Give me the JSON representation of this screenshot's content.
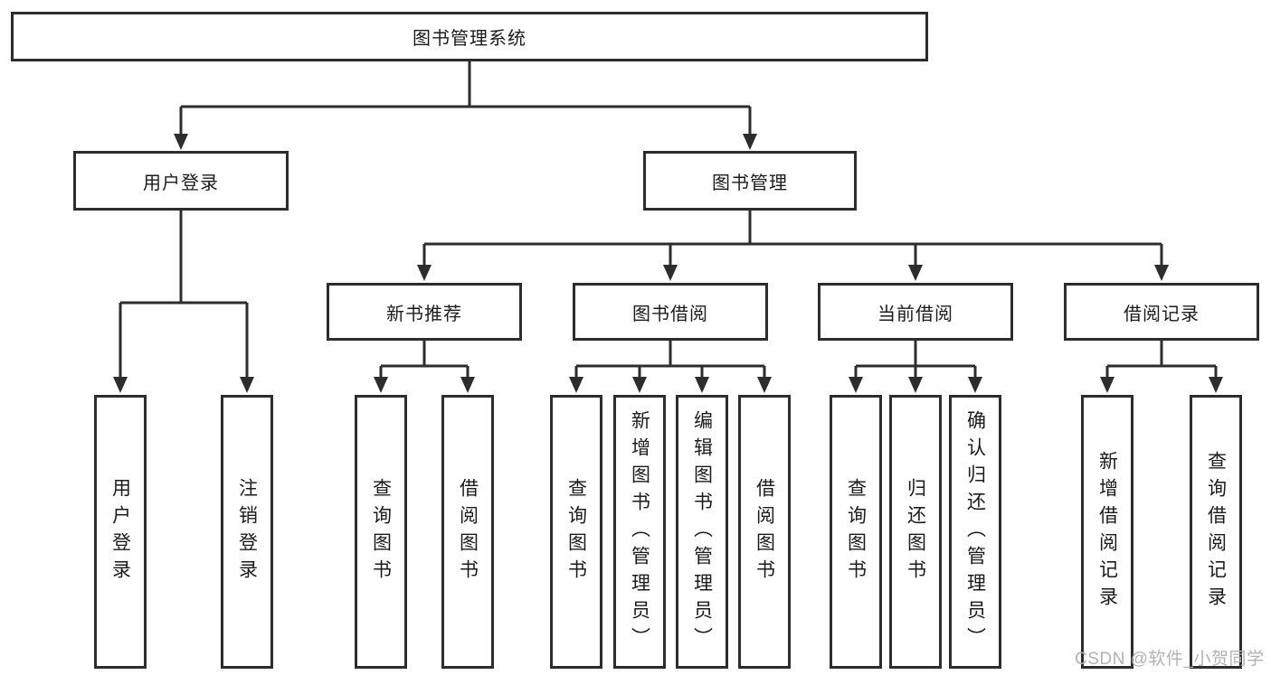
{
  "diagram": {
    "root": "图书管理系统",
    "level2": [
      {
        "label": "用户登录",
        "children": [
          "用户登录",
          "注销登录"
        ]
      },
      {
        "label": "图书管理",
        "children": [
          {
            "label": "新书推荐",
            "children": [
              "查询图书",
              "借阅图书"
            ]
          },
          {
            "label": "图书借阅",
            "children": [
              "查询图书",
              "新增图书（管理员）",
              "编辑图书（管理员）",
              "借阅图书"
            ]
          },
          {
            "label": "当前借阅",
            "children": [
              "查询图书",
              "归还图书",
              "确认归还（管理员）"
            ]
          },
          {
            "label": "借阅记录",
            "children": [
              "新增借阅记录",
              "查询借阅记录"
            ]
          }
        ]
      }
    ]
  },
  "watermark": {
    "text": "CSDN @软件_小贺同学"
  },
  "colors": {
    "line": "#2d2d2d",
    "text": "#1b1b1b",
    "watermark": "#b2b2b2",
    "background": "#ffffff"
  }
}
